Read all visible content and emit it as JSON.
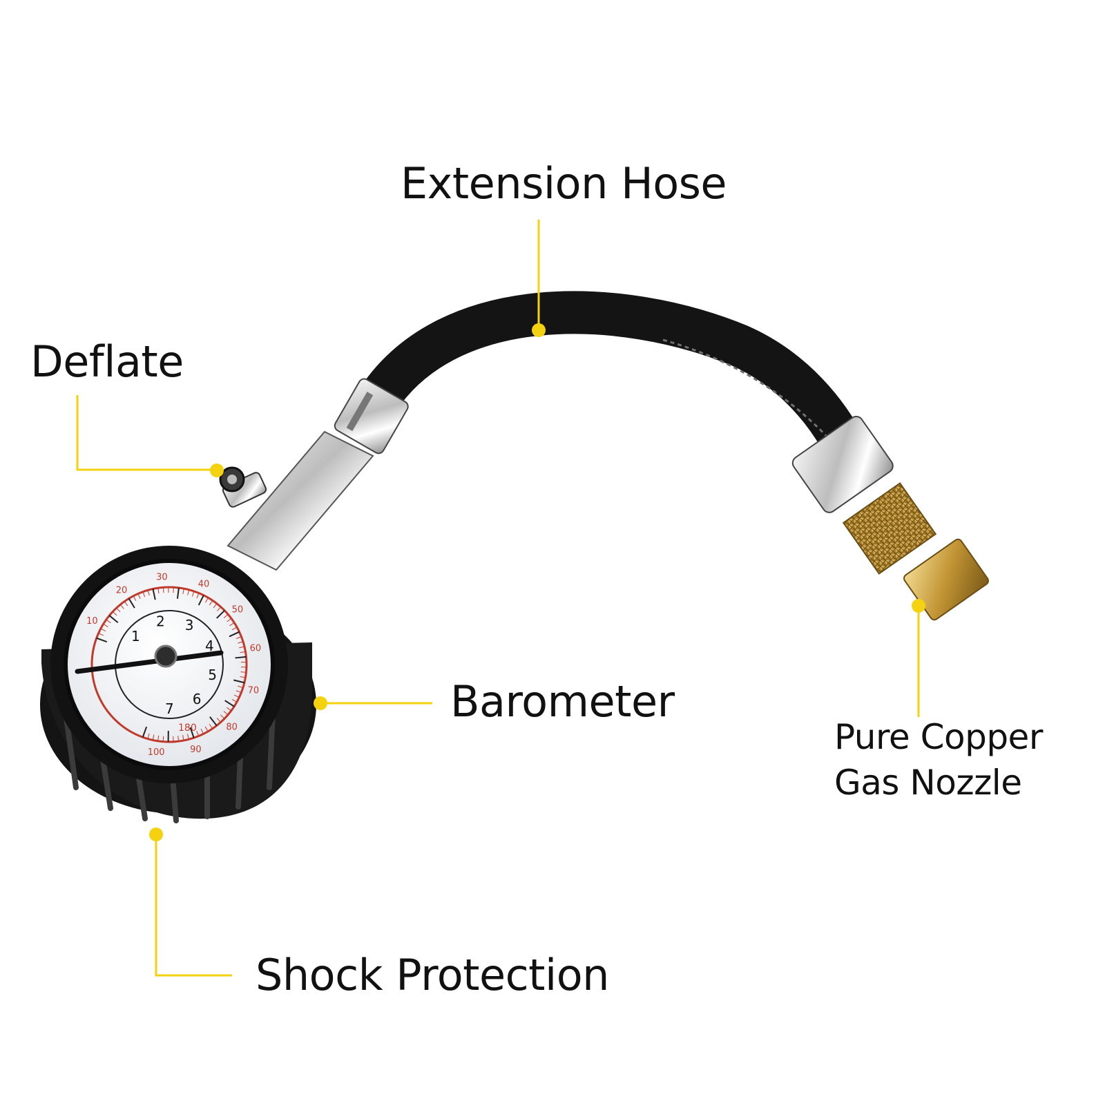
{
  "colors": {
    "callout": "#f5d20f",
    "hose": "#131313",
    "brass": "#c9a14a",
    "chrome": "#d8d8d8",
    "dial_face": "#f2f3f5",
    "dial_red": "#c0392b"
  },
  "labels": {
    "extension_hose": "Extension Hose",
    "deflate": "Deflate",
    "barometer": "Barometer",
    "shock_protection": "Shock Protection",
    "nozzle_line1": "Pure Copper",
    "nozzle_line2": "Gas Nozzle"
  },
  "gauge": {
    "inner_ticks": [
      "1",
      "2",
      "3",
      "4",
      "5",
      "6",
      "7"
    ],
    "outer_ticks": [
      "10",
      "20",
      "30",
      "40",
      "50",
      "60",
      "70",
      "80",
      "90",
      "100"
    ],
    "footer": "180"
  }
}
